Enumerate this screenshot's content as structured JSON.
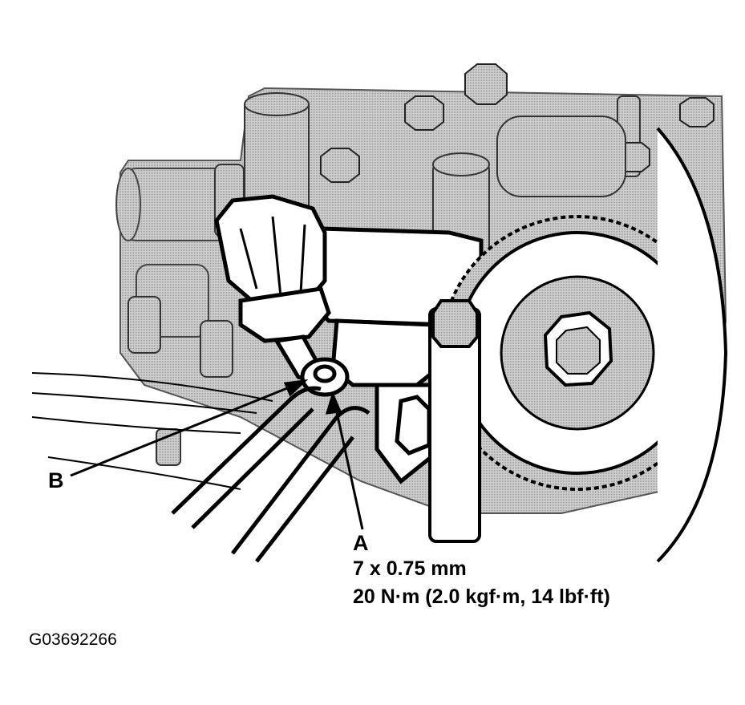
{
  "labels": {
    "a": "A",
    "b": "B"
  },
  "spec": {
    "thread": "7 x 0.75 mm",
    "torque": "20 N·m (2.0 kgf·m, 14 lbf·ft)"
  },
  "figure_id": "G03692266",
  "colors": {
    "ink": "#000000",
    "paper": "#ffffff",
    "shade": "#bdbdbd"
  }
}
